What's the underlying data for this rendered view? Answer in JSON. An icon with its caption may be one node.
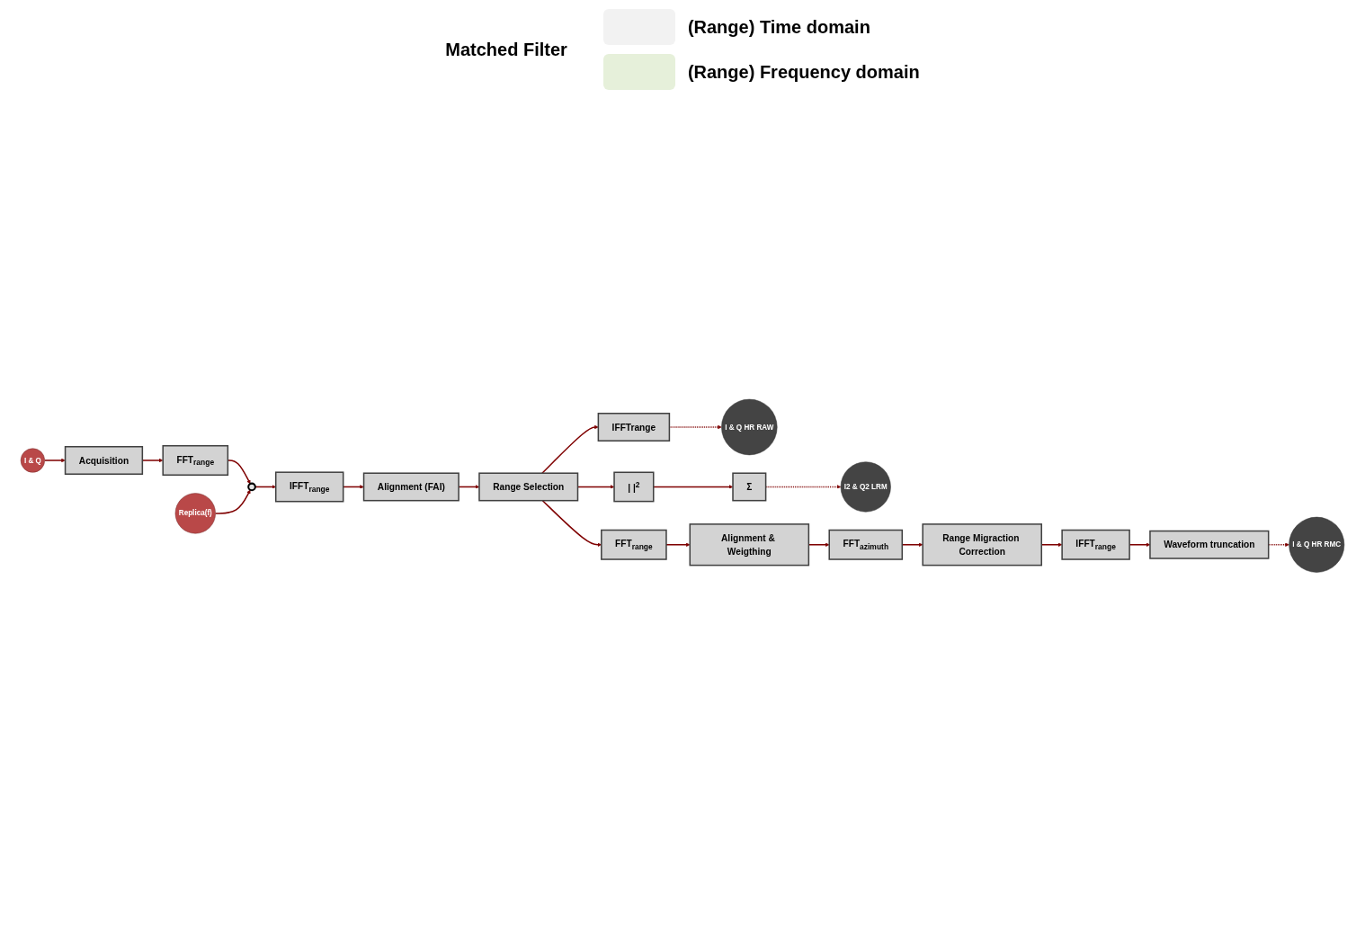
{
  "diagram": {
    "nodes": [
      {
        "text": [
          "I & Q"
        ]
      },
      {
        "text": [
          "Acquisition"
        ]
      },
      {
        "text": [
          "FFT$_{range}$"
        ]
      },
      {
        "text": [],
        "shape": "circle"
      },
      {
        "text": [
          "Replica(f)"
        ]
      },
      {
        "text": [
          "IFFT$_{range}$"
        ]
      },
      {
        "text": [
          "Alignment (FAI)"
        ]
      },
      {
        "text": [
          "Range Selection"
        ]
      },
      {
        "text": [
          "IFFTrange"
        ]
      },
      {
        "text": [
          "I & Q HR RAW"
        ]
      },
      {
        "text": [
          "|   |$^{2}$"
        ]
      },
      {
        "text": [
          "Σ"
        ]
      },
      {
        "text": [
          "I2 & Q2 LRM"
        ]
      },
      {
        "text": [
          "FFT$_{range}$"
        ]
      },
      {
        "text": [
          "Alignment & Weigthing"
        ]
      },
      {
        "text": [
          "FFT$_{azimuth}$"
        ]
      },
      {
        "text": [
          "Range Migraction Correction"
        ]
      },
      {
        "text": [
          "IFFT$_{range}$"
        ]
      },
      {
        "text": [
          "Waveform truncation"
        ]
      },
      {
        "text": [
          "I & Q HR RMC"
        ]
      }
    ],
    "edges": [
      {
        "from": 0,
        "to": 1,
        "arrow": "to"
      },
      {
        "from": 1,
        "to": 2,
        "arrow": "to"
      },
      {
        "from": 2,
        "to": 3,
        "arrow": "to"
      },
      {
        "from": 4,
        "to": 3,
        "arrow": "to"
      },
      {
        "from": 3,
        "to": 5,
        "arrow": "to"
      },
      {
        "from": 5,
        "to": 6,
        "arrow": "to"
      },
      {
        "from": 6,
        "to": 7,
        "arrow": "to"
      },
      {
        "from": 7,
        "to": 8,
        "arrow": "to"
      },
      {
        "from": 8,
        "to": 9,
        "arrow": "to",
        "style": "dashed"
      },
      {
        "from": 7,
        "to": 10,
        "arrow": "to"
      },
      {
        "from": 10,
        "to": 11,
        "arrow": "to"
      },
      {
        "from": 11,
        "to": 12,
        "arrow": "to",
        "style": "dashed"
      },
      {
        "from": 7,
        "to": 13,
        "arrow": "to"
      },
      {
        "from": 13,
        "to": 14,
        "arrow": "to"
      },
      {
        "from": 14,
        "to": 15,
        "arrow": "to"
      },
      {
        "from": 15,
        "to": 16,
        "arrow": "to"
      },
      {
        "from": 16,
        "to": 17,
        "arrow": "to"
      },
      {
        "from": 17,
        "to": 18,
        "arrow": "to"
      },
      {
        "from": 18,
        "to": 19,
        "arrow": "to",
        "style": "dashed"
      }
    ],
    "labels": [
      "Matched Filter"
    ],
    "legend": [
      {
        "text": "(Range) Time domain",
        "color": "#f2f2f2"
      },
      {
        "text": "(Range) Frequency domain",
        "color": "#e6f0da"
      }
    ]
  }
}
